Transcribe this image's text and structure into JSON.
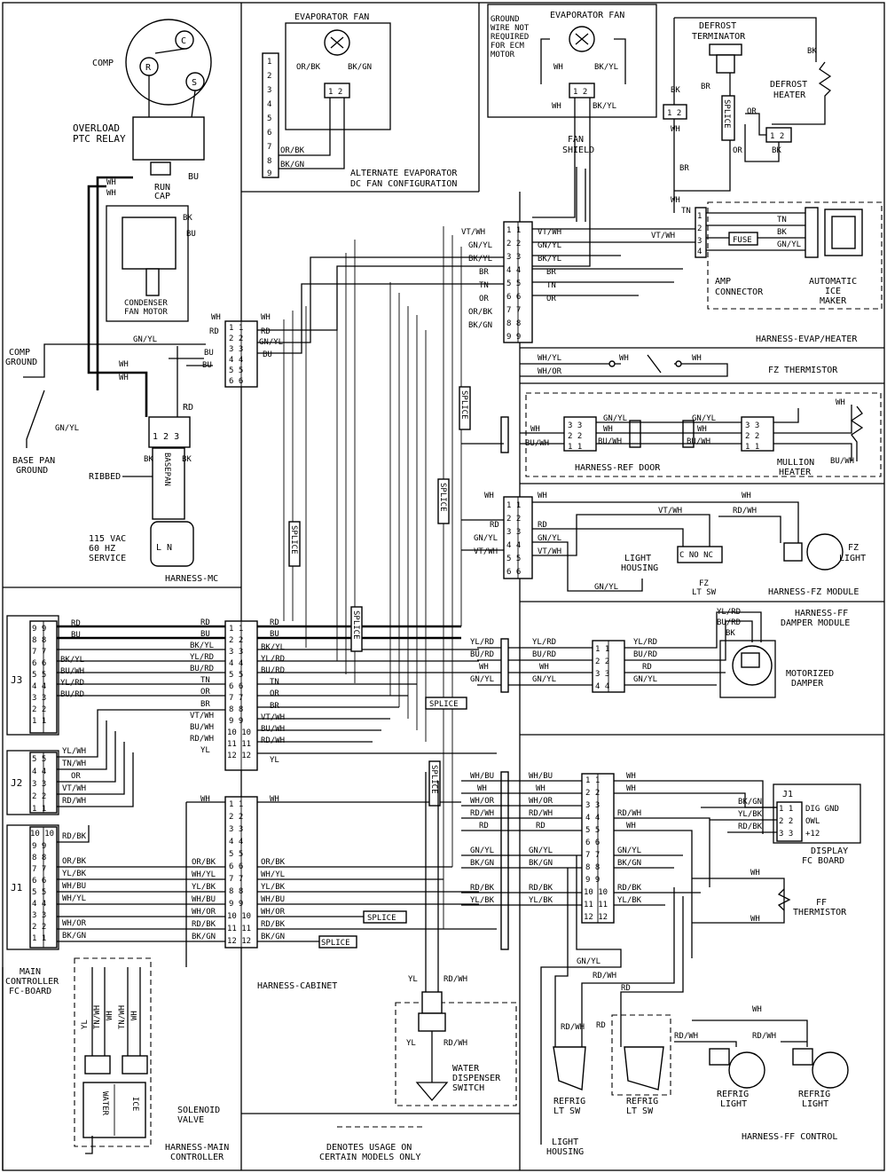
{
  "harness_titles": {
    "mc": "HARNESS-MC",
    "evap_heater": "HARNESS-EVAP/HEATER",
    "fz_thermistor": "FZ THERMISTOR",
    "ref_door": "HARNESS-REF DOOR",
    "fz_module": "HARNESS-FZ MODULE",
    "ff_damper_1": "HARNESS-FF",
    "ff_damper_2": "DAMPER MODULE",
    "cabinet": "HARNESS-CABINET",
    "ff_control": "HARNESS-FF CONTROL",
    "main_controller_1": "HARNESS-MAIN",
    "main_controller_2": "CONTROLLER",
    "alt_evap_1": "ALTERNATE EVAPORATOR",
    "alt_evap_2": "DC FAN CONFIGURATION"
  },
  "components": {
    "comp": "COMP",
    "overload_1": "OVERLOAD",
    "overload_2": "PTC RELAY",
    "run_cap_1": "RUN",
    "run_cap_2": "CAP",
    "condenser_1": "CONDENSER",
    "condenser_2": "FAN MOTOR",
    "comp_ground_1": "COMP",
    "comp_ground_2": "GROUND",
    "base_pan_1": "BASE PAN",
    "base_pan_2": "GROUND",
    "ribbed": "RIBBED",
    "basepan_vertical": "BASEPAN",
    "service_1": "115 VAC",
    "service_2": "60 HZ",
    "service_3": "SERVICE",
    "evap_fan": "EVAPORATOR FAN",
    "evap_fan2": "EVAPORATOR FAN",
    "ground_note": [
      "GROUND",
      "WIRE NOT",
      "REQUIRED",
      "FOR ECM",
      "MOTOR"
    ],
    "defrost_term_1": "DEFROST",
    "defrost_term_2": "TERMINATOR",
    "defrost_heater_1": "DEFROST",
    "defrost_heater_2": "HEATER",
    "fan_shield_1": "FAN",
    "fan_shield_2": "SHIELD",
    "fuse": "FUSE",
    "amp_1": "AMP",
    "amp_2": "CONNECTOR",
    "ice_1": "AUTOMATIC",
    "ice_2": "ICE",
    "ice_3": "MAKER",
    "mullion_1": "MULLION",
    "mullion_2": "HEATER",
    "light_housing_1": "LIGHT",
    "light_housing_2": "HOUSING",
    "cnonc": "C NO NC",
    "fz_lt_sw_1": "FZ",
    "fz_lt_sw_2": "LT SW",
    "fz_light_1": "FZ",
    "fz_light_2": "LIGHT",
    "motorized_1": "MOTORIZED",
    "motorized_2": "DAMPER",
    "display_j1": "J1",
    "dig_gnd": "DIG GND",
    "owl": "OWL",
    "plus12": "+12",
    "display_1": "DISPLAY",
    "display_2": "FC BOARD",
    "ff_therm_1": "FF",
    "ff_therm_2": "THERMISTOR",
    "main_ctrl_1": "MAIN",
    "main_ctrl_2": "CONTROLLER",
    "main_ctrl_3": "FC-BOARD",
    "solenoid_1": "SOLENOID",
    "solenoid_2": "VALVE",
    "water": "WATER",
    "ice": "ICE",
    "water_disp_1": "WATER",
    "water_disp_2": "DISPENSER",
    "water_disp_3": "SWITCH",
    "refrig_sw_1a": "REFRIG",
    "refrig_sw_1b": "LT SW",
    "refrig_sw_2a": "REFRIG",
    "refrig_sw_2b": "LT SW",
    "refrig_light_1a": "REFRIG",
    "refrig_light_1b": "LIGHT",
    "refrig_light_2a": "REFRIG",
    "refrig_light_2b": "LIGHT",
    "light_housing_b1": "LIGHT",
    "light_housing_b2": "HOUSING",
    "note_1": "DENOTES USAGE ON",
    "note_2": "CERTAIN MODELS ONLY",
    "splice": "SPLICE"
  },
  "connectors": {
    "J3": "J3",
    "J2": "J2",
    "J1": "J1"
  },
  "labels": {
    "evap9_left": [
      "OR/BK",
      "BK/GN"
    ],
    "evap_fan_wires": [
      "OR/BK",
      "BK/GN",
      "WH",
      "BK/YL",
      "WH",
      "BK/YL"
    ],
    "defrost_wires": [
      "BK",
      "BR",
      "OR",
      "BK",
      "WH",
      "OR",
      "BK",
      "BR",
      "WH",
      "TN"
    ],
    "icemaker_wires": [
      "TN",
      "BK",
      "GN/YL",
      "VT/WH",
      "TN"
    ],
    "evap9_rows": [
      "VT/WH",
      "GN/YL",
      "BK/YL",
      "BR",
      "TN",
      "OR",
      "OR/BK",
      "BK/GN"
    ],
    "evap9_right": [
      "VT/WH",
      "GN/YL",
      "BK/YL",
      "BR",
      "TN",
      "OR"
    ],
    "mc6_left": [
      "WH",
      "RD",
      "GN/YL",
      "BU",
      "BU"
    ],
    "mc6_right": [
      "WH",
      "RD",
      "GN/YL",
      "BU"
    ],
    "comp_wires": [
      "BK",
      "BU",
      "WH",
      "WH",
      "BU",
      "BK",
      "BK",
      "BU",
      "WH",
      "WH",
      "RD",
      "BK",
      "BK",
      "GN/YL",
      "GN/YL"
    ],
    "fz_therm_wires": [
      "WH/YL",
      "WH/OR",
      "WH",
      "WH"
    ],
    "ref_door_wires": [
      "WH",
      "BU/WH",
      "GN/YL",
      "WH",
      "BU/WH",
      "GN/YL",
      "WH",
      "BU/WH",
      "BU/WH",
      "WH"
    ],
    "fz6_left": [
      "WH",
      "RD",
      "GN/YL",
      "VT/WH"
    ],
    "fz6_right": [
      "WH",
      "RD",
      "GN/YL",
      "VT/WH",
      "VT/WH",
      "RD/WH",
      "WH",
      "GN/YL"
    ],
    "j3_left": [
      "RD",
      "BU",
      "BK/YL",
      "BU/WH",
      "YL/RD",
      "BU/RD"
    ],
    "j3_12_mid": [
      "RD",
      "BU",
      "BK/YL",
      "YL/RD",
      "BU/RD",
      "TN",
      "OR",
      "BR",
      "VT/WH",
      "BU/WH",
      "RD/WH",
      "YL"
    ],
    "j3_12_right": [
      "RD",
      "BU",
      "BK/YL",
      "YL/RD",
      "BU/RD",
      "TN",
      "OR",
      "BR",
      "VT/WH",
      "BU/WH",
      "RD/WH",
      "YL"
    ],
    "j2_left": [
      "YL/WH",
      "TN/WH",
      "OR",
      "VT/WH",
      "RD/WH"
    ],
    "j1_left": [
      "RD/BK",
      "OR/BK",
      "YL/BK",
      "WH/BU",
      "WH/YL",
      "WH/OR",
      "BK/GN"
    ],
    "cab12_left": [
      "WH",
      "OR/BK",
      "WH/YL",
      "YL/BK",
      "WH/BU",
      "WH/OR",
      "RD/BK",
      "BK/GN"
    ],
    "cab12_right": [
      "WH",
      "OR/BK",
      "WH/YL",
      "YL/BK",
      "WH/BU",
      "WH/OR",
      "RD/BK",
      "BK/GN"
    ],
    "damper_wires": [
      "YL/RD",
      "BU/RD",
      "WH",
      "GN/YL",
      "YL/RD",
      "BU/RD",
      "WH",
      "GN/YL",
      "YL/RD",
      "BU/RD",
      "RD",
      "GN/YL",
      "YL/RD",
      "BU/RD",
      "BK"
    ],
    "ffc_left": [
      "WH/BU",
      "WH",
      "WH/OR",
      "RD/WH",
      "RD",
      "GN/YL",
      "BK/GN",
      "RD/BK",
      "YL/BK"
    ],
    "ffc_mid": [
      "WH/BU",
      "WH",
      "WH/OR",
      "RD/WH",
      "RD",
      "GN/YL",
      "BK/GN",
      "RD/BK",
      "YL/BK"
    ],
    "ffc_right": [
      "WH",
      "WH",
      "RD/WH",
      "WH",
      "GN/YL",
      "BK/GN",
      "RD/BK",
      "YL/BK"
    ],
    "display_wires": [
      "BK/GN",
      "YL/BK",
      "RD/BK"
    ],
    "ff_therm_wires": [
      "WH",
      "WH"
    ],
    "bottom_wires": [
      "GN/YL",
      "RD/WH",
      "RD",
      "RD/WH",
      "RD",
      "RD/WH",
      "RD/WH",
      "WH",
      "YL",
      "RD/WH",
      "YL",
      "RD/WH"
    ],
    "sol_wires": [
      "YL",
      "TN/WH",
      "WH",
      "TN/WH",
      "WH",
      "YL"
    ],
    "misc": [
      "RD",
      "BK",
      "BK",
      "GN/YL",
      "BU",
      "WH",
      "WH",
      "GN/YL",
      "WH",
      "RD",
      "BK",
      "WH",
      "WH",
      "BU"
    ]
  }
}
